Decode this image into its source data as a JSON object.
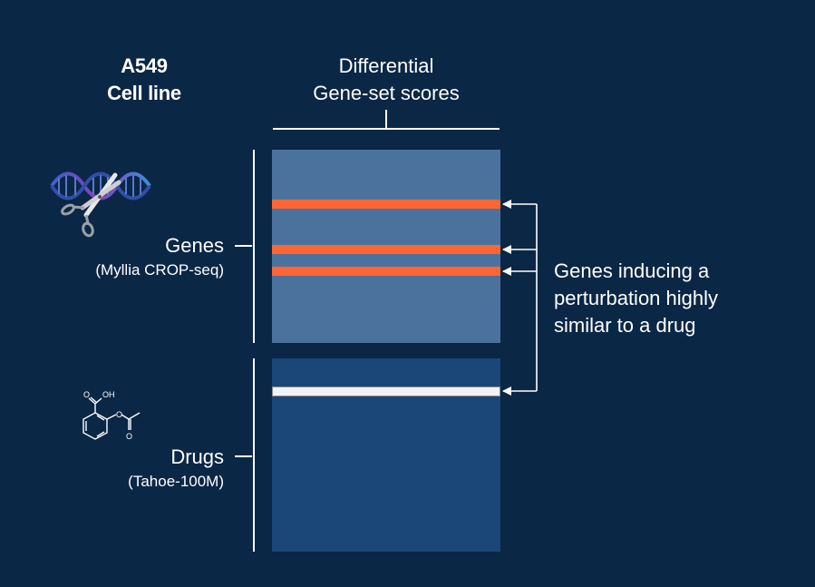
{
  "header": {
    "cell_line_title": "A549",
    "cell_line_subtitle": "Cell line",
    "scores_title_line1": "Differential",
    "scores_title_line2": "Gene-set scores"
  },
  "genes_group": {
    "label": "Genes",
    "source": "(Myllia CROP-seq)",
    "icon": "dna-scissors-icon"
  },
  "drugs_group": {
    "label": "Drugs",
    "source": "(Tahoe-100M)",
    "icon": "aspirin-molecule-icon",
    "molecule_labels": {
      "hydroxyl": "OH",
      "oxygen_carbonyl": "O",
      "oxygen_ester": "O",
      "oxygen_acetyl": "O"
    }
  },
  "annotation": {
    "line1": "Genes inducing a",
    "line2": "perturbation highly",
    "line3": "similar to a drug"
  },
  "colors": {
    "background": "#0b2746",
    "genes_panel": "#4a729d",
    "drugs_panel": "#1a4678",
    "highlight_gene": "#ff6633",
    "highlight_drug": "#f2f2f2"
  }
}
